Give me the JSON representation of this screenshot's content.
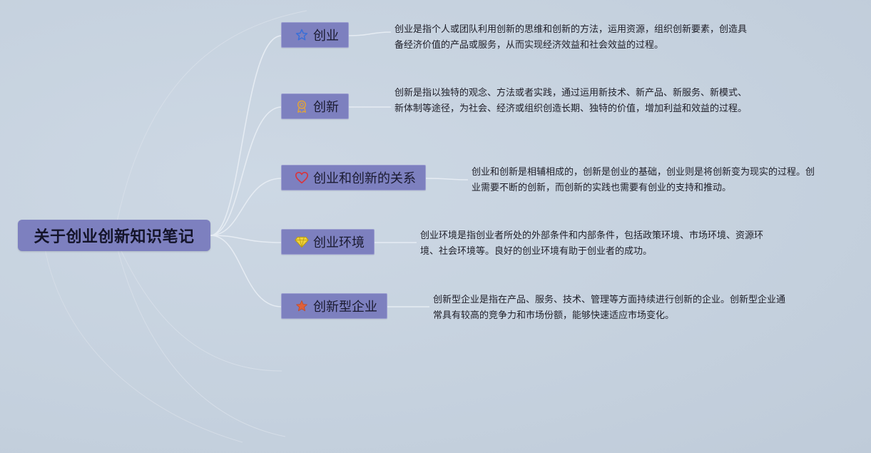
{
  "root": {
    "title": "关于创业创新知识笔记"
  },
  "topics": [
    {
      "label": "创业",
      "icon": "star-outline-icon",
      "icon_color": "#3a6fd8",
      "note": "创业是指个人或团队利用创新的思维和创新的方法，运用资源，组织创新要素，创造具备经济价值的产品或服务，从而实现经济效益和社会效益的过程。"
    },
    {
      "label": "创新",
      "icon": "award-badge-icon",
      "icon_color": "#e0a33a",
      "note": "创新是指以独特的观念、方法或者实践，通过运用新技术、新产品、新服务、新模式、新体制等途径，为社会、经济或组织创造长期、独特的价值，增加利益和效益的过程。"
    },
    {
      "label": "创业和创新的关系",
      "icon": "heart-outline-icon",
      "icon_color": "#d8343c",
      "note": "创业和创新是相辅相成的，创新是创业的基础，创业则是将创新变为现实的过程。创业需要不断的创新，而创新的实践也需要有创业的支持和推动。"
    },
    {
      "label": "创业环境",
      "icon": "diamond-gem-icon",
      "icon_color": "#f0d23a",
      "note": "创业环境是指创业者所处的外部条件和内部条件，包括政策环境、市场环境、资源环境、社会环境等。良好的创业环境有助于创业者的成功。"
    },
    {
      "label": "创新型企业",
      "icon": "star-filled-icon",
      "icon_color": "#e0603a",
      "note": "创新型企业是指在产品、服务、技术、管理等方面持续进行创新的企业。创新型企业通常具有较高的竞争力和市场份额，能够快速适应市场变化。"
    }
  ]
}
